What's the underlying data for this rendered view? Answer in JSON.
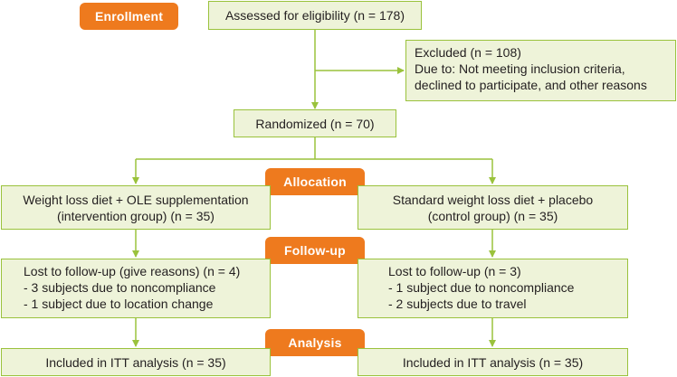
{
  "stages": {
    "enrollment": "Enrollment",
    "allocation": "Allocation",
    "follow_up": "Follow-up",
    "analysis": "Analysis"
  },
  "assessed": "Assessed for eligibility (n = 178)",
  "excluded": {
    "lines": [
      "Excluded (n = 108)",
      "Due to: Not meeting inclusion criteria,",
      "declined to participate, and other reasons"
    ]
  },
  "randomized": "Randomized (n = 70)",
  "intervention": {
    "allocation_lines": [
      "Weight loss diet + OLE supplementation",
      "(intervention group) (n = 35)"
    ],
    "followup_lines": [
      "Lost to follow-up (give reasons) (n = 4)",
      "- 3 subjects due to noncompliance",
      "- 1 subject due to location change"
    ],
    "analysis": "Included in ITT analysis (n = 35)"
  },
  "control": {
    "allocation_lines": [
      "Standard weight loss diet + placebo",
      "(control group) (n = 35)"
    ],
    "followup_lines": [
      "Lost to follow-up (n = 3)",
      "- 1 subject due to noncompliance",
      "- 2 subjects due to travel"
    ],
    "analysis": "Included in ITT analysis (n = 35)"
  },
  "colors": {
    "stage_fill": "#ee7a1e",
    "box_fill": "#eef3d9",
    "box_border": "#9ac23c",
    "connector": "#9ac23c"
  }
}
